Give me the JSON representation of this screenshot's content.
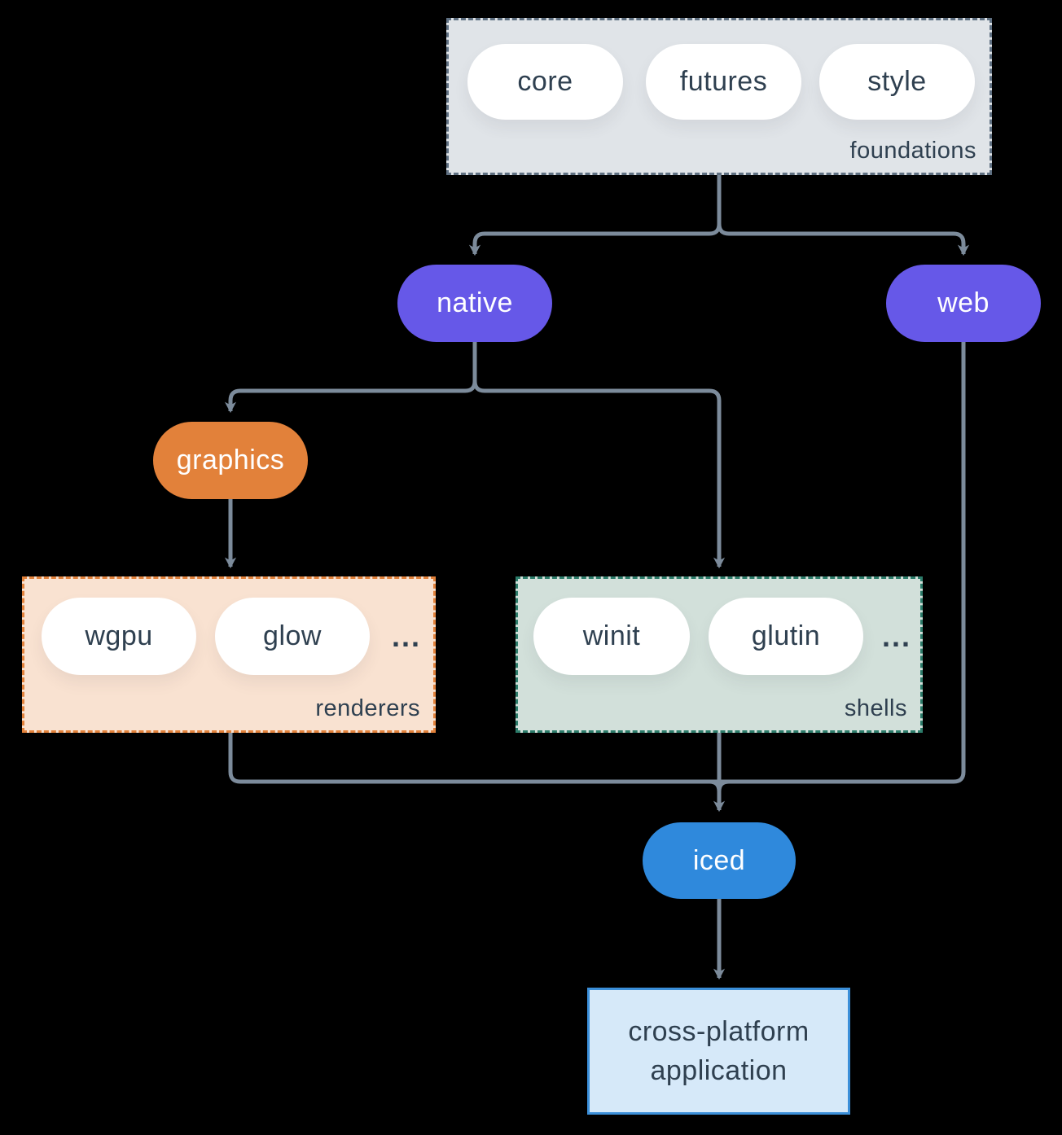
{
  "groups": {
    "foundations": {
      "label": "foundations",
      "items": [
        "core",
        "futures",
        "style"
      ]
    },
    "renderers": {
      "label": "renderers",
      "items": [
        "wgpu",
        "glow"
      ],
      "ellipsis": "..."
    },
    "shells": {
      "label": "shells",
      "items": [
        "winit",
        "glutin"
      ],
      "ellipsis": "..."
    }
  },
  "nodes": {
    "native": "native",
    "web": "web",
    "graphics": "graphics",
    "iced": "iced",
    "application": "cross-platform application"
  },
  "colors": {
    "bg": "#000000",
    "line": "#7c8b9b",
    "ink": "#2f4050",
    "pill_white": "#ffffff",
    "purple": "#6658e8",
    "orange": "#e2813a",
    "blue": "#2f89dc",
    "foundations_fill": "#e0e4e8",
    "foundations_border": "#5f7082",
    "renderers_fill": "#f9e2d1",
    "renderers_border": "#e2813a",
    "shells_fill": "#d2e0da",
    "shells_border": "#2c7c6a",
    "app_fill": "#d6e9f9",
    "app_border": "#3b8fd9"
  }
}
